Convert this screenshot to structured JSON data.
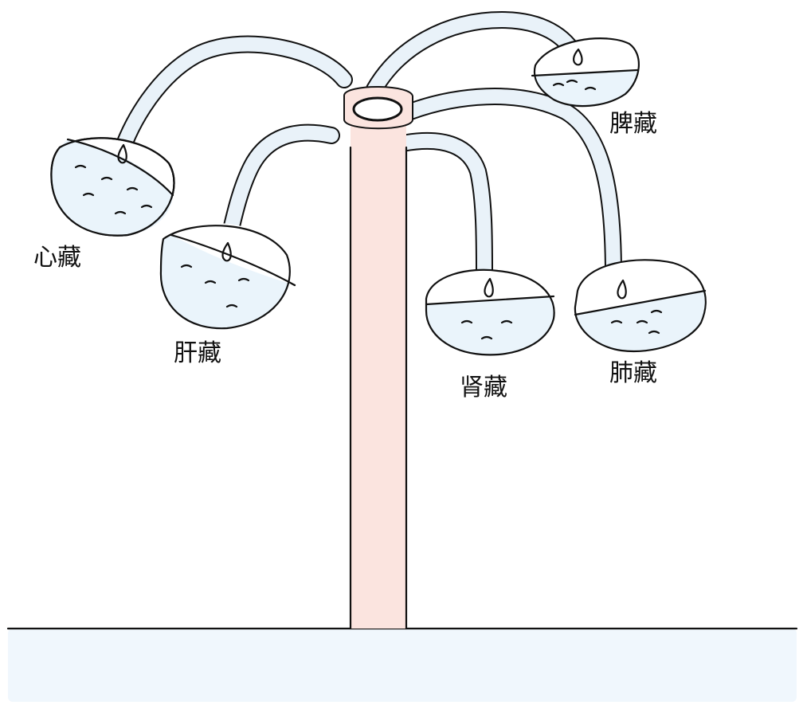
{
  "diagram": {
    "colors": {
      "ink": "#111111",
      "water": "#eaf4fb",
      "pipe": "#e9f2f9",
      "trunk": "#fbe4df",
      "ground": "#f0f7fd",
      "background": "#ffffff"
    },
    "labels": {
      "heart": "心藏",
      "liver": "肝藏",
      "kidney": "肾藏",
      "lung": "肺藏",
      "spleen": "脾藏"
    }
  }
}
